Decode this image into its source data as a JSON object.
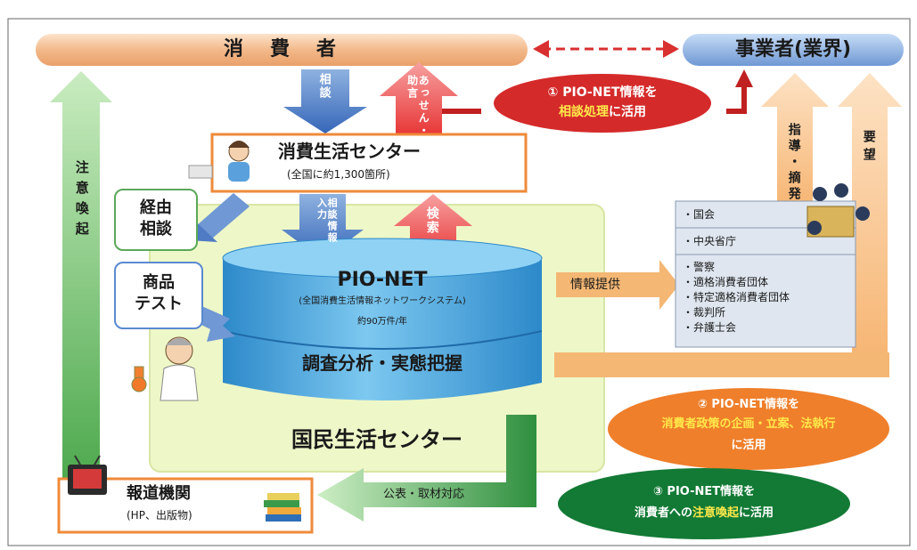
{
  "nodes": {
    "consumer": "消　費　者",
    "business": "事業者(業界)",
    "center_main": "消費生活センター",
    "center_sub": "(全国に約1,300箇所)",
    "keiyu": "経由\n相談",
    "shohin": "商品\nテスト",
    "pionet_title": "PIO-NET",
    "pionet_sub": "(全国消費生活情報ネットワークシステム)",
    "pionet_count": "約90万件/年",
    "pionet_analysis": "調査分析・実態把握",
    "kokumin": "国民生活センター",
    "media_main": "報道機関",
    "media_sub": "(HP、出版物)"
  },
  "arrows": {
    "soudan": "相談",
    "assen": "あっせん・助言",
    "soudan_nyuryoku": "相談情報入力",
    "kensaku": "検索",
    "chui": "注意喚起",
    "shido": "指導・摘発",
    "yobo": "要望",
    "johoteikyo": "情報提供",
    "kohyo": "公表・取材対応"
  },
  "recipients": {
    "r1": "・国会",
    "r2": "・中央省庁",
    "r3": [
      "・警察",
      "・適格消費者団体",
      "・特定適格消費者団体",
      "・裁判所",
      "・弁護士会"
    ]
  },
  "callouts": {
    "c1_line1": "① PIO-NET情報を",
    "c1_hl": "相談処理",
    "c1_rest": "に活用",
    "c2_line1": "② PIO-NET情報を",
    "c2_hl": "消費者政策の企画・立案、法執行",
    "c2_line3": "に活用",
    "c3_line1": "③ PIO-NET情報を",
    "c3_pre": "消費者への",
    "c3_hl": "注意喚起",
    "c3_post": "に活用"
  },
  "colors": {
    "consumer_bar": "#f2b98a",
    "business_bar": "#7ea6dc",
    "center_border": "#ef8a3a",
    "kokumin_bg": "#eef7c8",
    "cylinder": "#3fa3dc",
    "red": "#e03030",
    "green": "#1f8a3e",
    "orange": "#f4a05a"
  }
}
